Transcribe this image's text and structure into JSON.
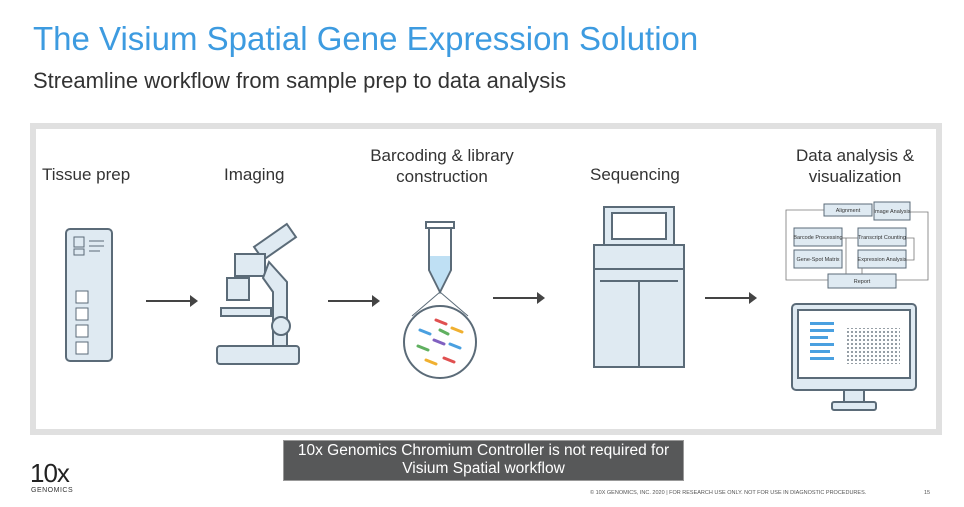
{
  "title": "The Visium Spatial Gene Expression Solution",
  "subtitle": "Streamline workflow from sample prep to data analysis",
  "steps": [
    {
      "label": "Tissue prep"
    },
    {
      "label": "Imaging"
    },
    {
      "label_line1": "Barcoding & library",
      "label_line2": "construction"
    },
    {
      "label": "Sequencing"
    },
    {
      "label_line1": "Data analysis &",
      "label_line2": "visualization"
    }
  ],
  "analysis_flow": [
    "Alignment",
    "Image Analysis",
    "Barcode Processing",
    "Transcript Counting",
    "Gene-Spot Matrix",
    "Expression Analysis",
    "Report"
  ],
  "caption_line1": "10x Genomics Chromium Controller is not required for",
  "caption_line2": "Visium Spatial workflow",
  "logo": {
    "mark": "10x",
    "word": "GENOMICS"
  },
  "footer": "© 10X GENOMICS, INC. 2020  |  FOR RESEARCH USE ONLY. NOT FOR USE IN DIAGNOSTIC PROCEDURES.",
  "page_number": "15",
  "colors": {
    "title": "#3d9be0",
    "icon_fill": "#dfeaf2",
    "icon_stroke": "#5b6b78",
    "caption_bg": "#575859"
  }
}
